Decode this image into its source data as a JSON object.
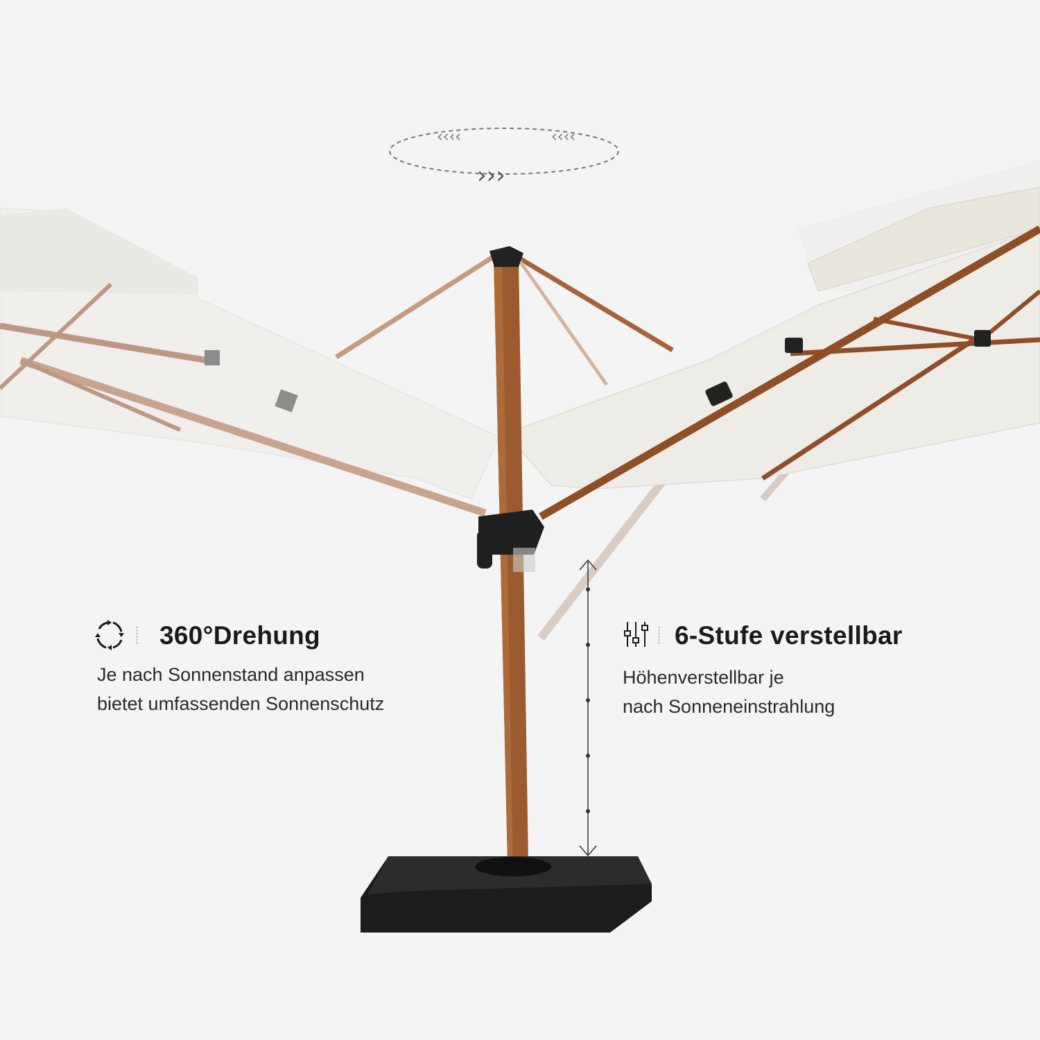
{
  "features": [
    {
      "icon": "rotate-icon",
      "title": "360°Drehung",
      "lines": [
        "Je nach Sonnenstand anpassen",
        "bietet umfassenden Sonnenschutz"
      ]
    },
    {
      "icon": "sliders-icon",
      "title": "6-Stufe verstellbar",
      "lines": [
        "Höhenverstellbar je",
        "nach Sonneneinstrahlung"
      ]
    }
  ],
  "colors": {
    "background": "#f4f4f4",
    "canopy": "#ecebe6",
    "pole": "#9b5a2f",
    "base": "#1c1c1c",
    "text": "#1a1a1a"
  }
}
